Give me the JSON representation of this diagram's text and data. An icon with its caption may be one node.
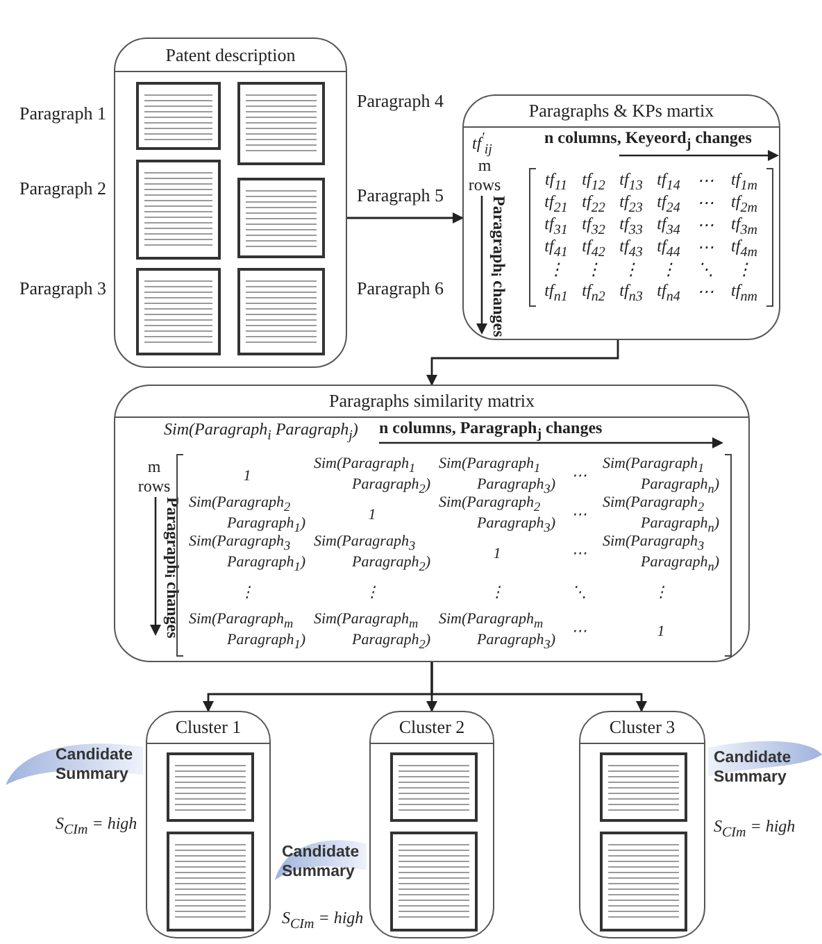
{
  "diagram": {
    "nodes": [
      {
        "text": [
          "Patent description"
        ],
        "beside": [
          "Paragraph 1",
          "Paragraph 2",
          "Paragraph 3",
          "Paragraph 4",
          "Paragraph 5",
          "Paragraph 6"
        ]
      },
      {
        "text": [
          "Paragraphs & KPs martix",
          "tf$^{'}$$_{ij}$",
          "n columns, Keyeord$_{j}$ changes",
          "m rows",
          "Paragraph$_{i}$ changes"
        ]
      },
      {
        "text": [
          "Paragraphs similarity matrix",
          "Sim(Paragraph$_{i}$ Paragraph$_{j}$)",
          "n columns, Paragraph$_{j}$ changes",
          "m rows",
          "Paragraph$_{i}$ changes"
        ]
      },
      {
        "text": [
          "Cluster 1"
        ]
      },
      {
        "text": [
          "Cluster 2"
        ]
      },
      {
        "text": [
          "Cluster 3"
        ]
      },
      {
        "text": [
          "Candidate Summary",
          "S$_{CIm}$ = high"
        ]
      },
      {
        "text": [
          "Candidate Summary",
          "S$_{CIm}$ = high"
        ]
      },
      {
        "text": [
          "Candidate Summary",
          "S$_{CIm}$ = high"
        ]
      }
    ],
    "edges": [
      {
        "from": 0,
        "to": 1,
        "arrow": "to"
      },
      {
        "from": 1,
        "to": 2,
        "arrow": "to"
      },
      {
        "from": 2,
        "to": 3,
        "arrow": "to"
      },
      {
        "from": 2,
        "to": 4,
        "arrow": "to"
      },
      {
        "from": 2,
        "to": 5,
        "arrow": "to"
      }
    ],
    "labels": [
      "tf$_{11}$",
      "tf$_{12}$",
      "tf$_{13}$",
      "tf$_{14}$",
      "⋯",
      "tf$_{1m}$",
      "tf$_{21}$",
      "tf$_{22}$",
      "tf$_{23}$",
      "tf$_{24}$",
      "⋯",
      "tf$_{2m}$",
      "tf$_{31}$",
      "tf$_{32}$",
      "tf$_{33}$",
      "tf$_{34}$",
      "⋯",
      "tf$_{3m}$",
      "tf$_{41}$",
      "tf$_{42}$",
      "tf$_{43}$",
      "tf$_{44}$",
      "⋯",
      "tf$_{4m}$",
      "⋮",
      "⋮",
      "⋮",
      "⋮",
      "⋱",
      "⋮",
      "tf$_{n1}$",
      "tf$_{n2}$",
      "tf$_{n3}$",
      "tf$_{n4}$",
      "⋯",
      "tf$_{nm}$",
      "1",
      "Sim(Paragraph$_{1}$ Paragraph$_{2}$)",
      "Sim(Paragraph$_{1}$ Paragraph$_{3}$)",
      "⋯",
      "Sim(Paragraph$_{1}$ Paragraph$_{n}$)",
      "Sim(Paragraph$_{2}$ Paragraph$_{1}$)",
      "1",
      "Sim(Paragraph$_{2}$ Paragraph$_{3}$)",
      "⋯",
      "Sim(Paragraph$_{2}$ Paragraph$_{n}$)",
      "Sim(Paragraph$_{3}$ Paragraph$_{1}$)",
      "Sim(Paragraph$_{3}$ Paragraph$_{2}$)",
      "1",
      "⋯",
      "Sim(Paragraph$_{3}$ Paragraph$_{n}$)",
      "⋮",
      "⋮",
      "⋮",
      "⋱",
      "⋮",
      "Sim(Paragraph$_{m}$ Paragraph$_{1}$)",
      "Sim(Paragraph$_{m}$ Paragraph$_{2}$)",
      "Sim(Paragraph$_{m}$ Paragraph$_{3}$)",
      "⋯",
      "1"
    ]
  }
}
